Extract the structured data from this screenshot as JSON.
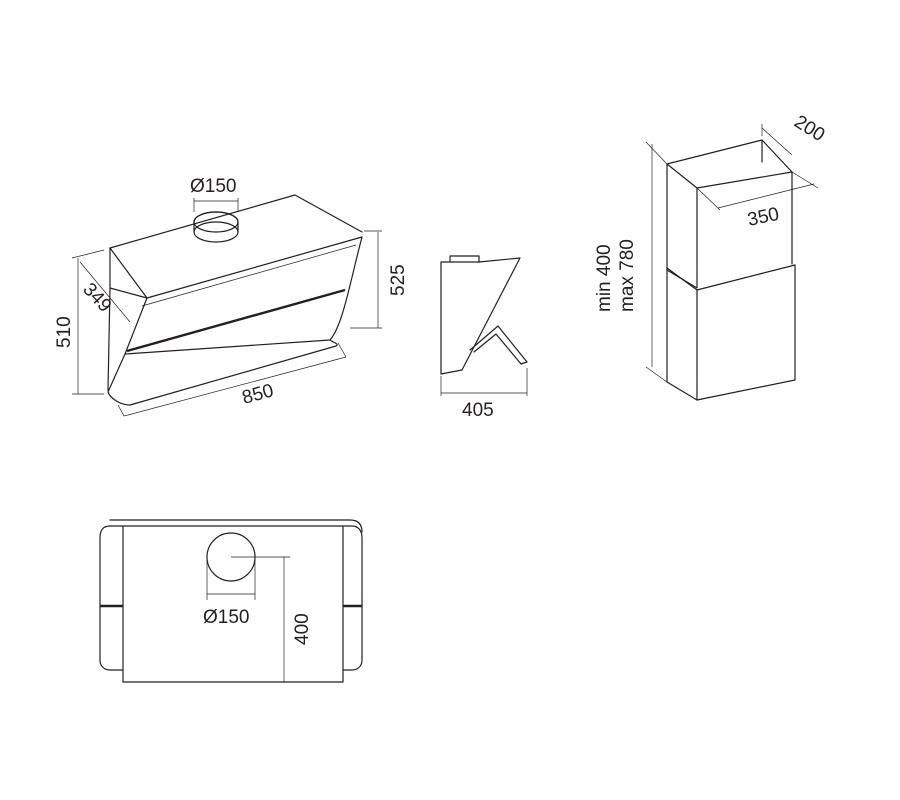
{
  "front_view": {
    "duct_diameter": "Ø150",
    "depth": "349",
    "height": "510",
    "width": "850",
    "panel_height": "525"
  },
  "side_view": {
    "depth": "405"
  },
  "chimney_view": {
    "depth": "200",
    "width": "350",
    "height_min": "min 400",
    "height_max": "max 780"
  },
  "top_view": {
    "duct_diameter": "Ø150",
    "offset": "400"
  }
}
